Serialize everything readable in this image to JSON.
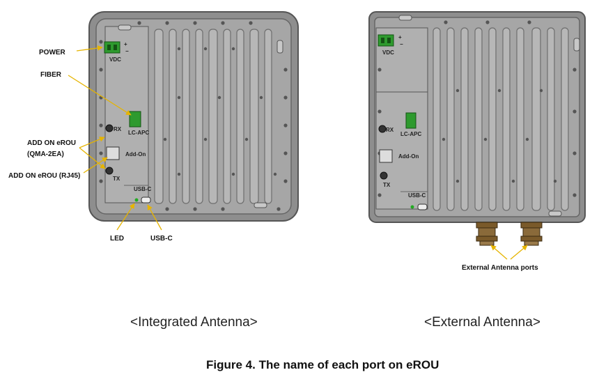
{
  "labels": {
    "power": "POWER",
    "fiber": "FIBER",
    "addon_qma_line1": "ADD ON eROU",
    "addon_qma_line2": "(QMA-2EA)",
    "addon_rj45": "ADD ON eROU (RJ45)",
    "led": "LED",
    "usbc": "USB-C",
    "external_ports": "External Antenna ports"
  },
  "device_labels": {
    "vdc": "VDC",
    "lc_apc": "LC-APC",
    "rx": "RX",
    "add_on": "Add-On",
    "tx": "TX",
    "usb_c": "USB-C"
  },
  "captions": {
    "integrated": "<Integrated Antenna>",
    "external": "<External Antenna>"
  },
  "figure_title": "Figure 4. The name of each port on eROU",
  "colors": {
    "housing": "#9a9a9a",
    "panel": "#a9a9a9",
    "connector_green": "#2e9a2e",
    "callout": "#e6b400",
    "antenna_bronze": "#8a6a3a"
  }
}
